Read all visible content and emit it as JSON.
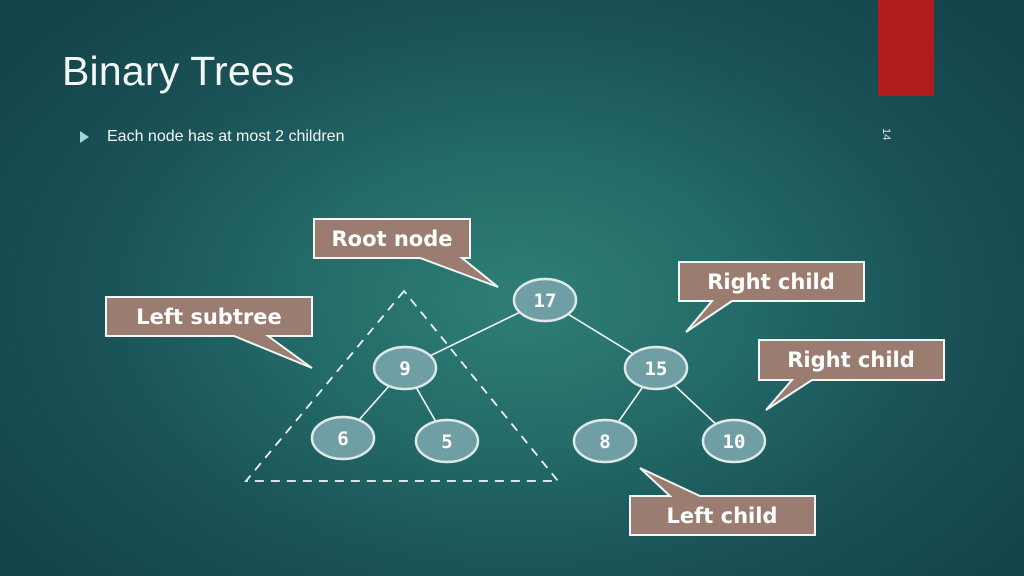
{
  "slide": {
    "title": "Binary Trees",
    "bullet": "Each node has at most 2 children",
    "page_number": "14",
    "colors": {
      "accent": "#b01c1c",
      "node_fill": "#6f9ea4",
      "callout_fill": "#9a7d70",
      "edge": "#f2f6f5"
    }
  },
  "tree": {
    "nodes": [
      {
        "id": "n17",
        "label": "17"
      },
      {
        "id": "n9",
        "label": "9"
      },
      {
        "id": "n15",
        "label": "15"
      },
      {
        "id": "n6",
        "label": "6"
      },
      {
        "id": "n5",
        "label": "5"
      },
      {
        "id": "n8",
        "label": "8"
      },
      {
        "id": "n10",
        "label": "10"
      }
    ],
    "edges": [
      [
        "n17",
        "n9"
      ],
      [
        "n17",
        "n15"
      ],
      [
        "n9",
        "n6"
      ],
      [
        "n9",
        "n5"
      ],
      [
        "n15",
        "n8"
      ],
      [
        "n15",
        "n10"
      ]
    ]
  },
  "callouts": {
    "root": "Root node",
    "left_subtree": "Left subtree",
    "right_child_1": "Right child",
    "right_child_2": "Right child",
    "left_child": "Left child"
  }
}
